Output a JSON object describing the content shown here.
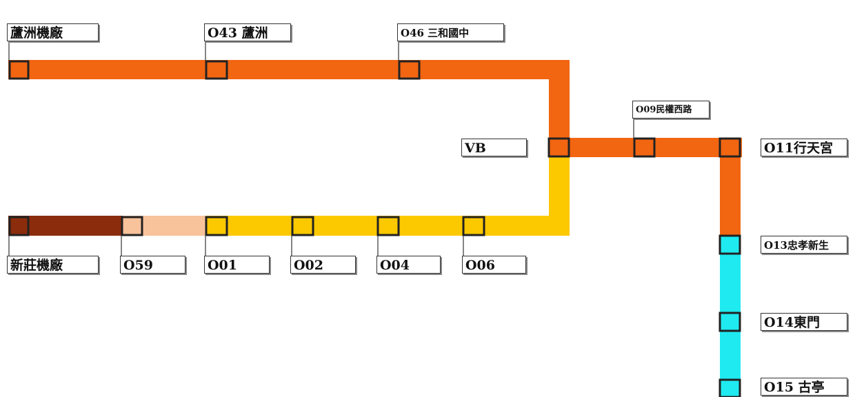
{
  "colors": {
    "orange": "#f26511",
    "yellow": "#fcc800",
    "brown": "#8b2c0c",
    "peach": "#f8c29a",
    "cyan": "#1eeaf0",
    "station_border": "#222222"
  },
  "stations": {
    "luzhou": "蘆洲機廠",
    "o43": "O43 蘆洲",
    "o46": "O46 三和國中",
    "vb": "VB",
    "o09": "O09民權西路",
    "o11": "O11行天宮",
    "xinzhuang": "新莊機廠",
    "o59": "O59",
    "o01": "O01",
    "o02": "O02",
    "o04": "O04",
    "o06": "O06",
    "o13": "O13忠孝新生",
    "o14": "O14東門",
    "o15": "O15 古亭"
  }
}
